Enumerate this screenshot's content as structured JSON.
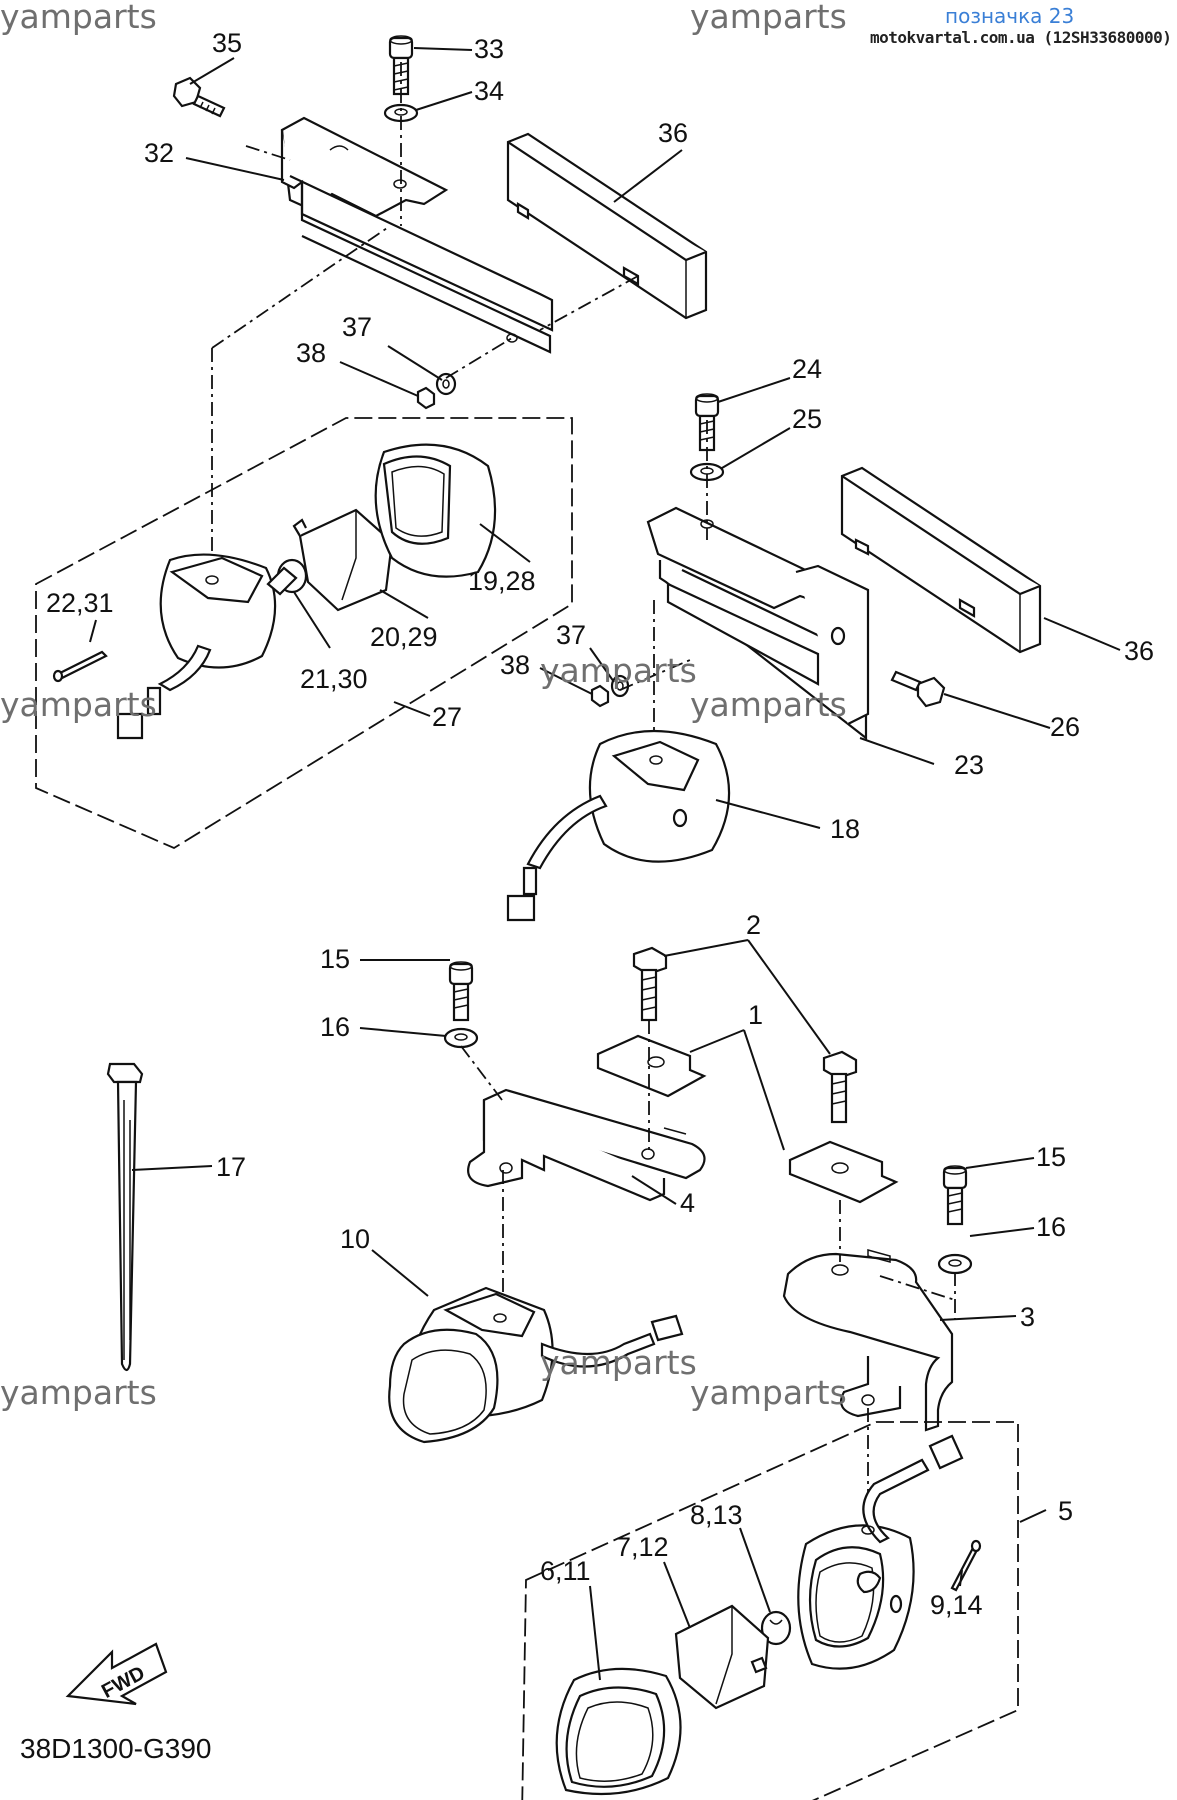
{
  "watermark": "yamparts",
  "reference": {
    "title": "позначка 23",
    "site": "motokvartal.com.ua (12SH33680000)"
  },
  "diagram_code": "38D1300-G390",
  "fwd_label": "FWD",
  "callouts": {
    "c35": "35",
    "c33": "33",
    "c34": "34",
    "c36a": "36",
    "c32": "32",
    "c37a": "37",
    "c38a": "38",
    "c24": "24",
    "c25": "25",
    "c22_31": "22,31",
    "c19_28": "19,28",
    "c20_29": "20,29",
    "c21_30": "21,30",
    "c27": "27",
    "c37b": "37",
    "c38b": "38",
    "c36b": "36",
    "c26": "26",
    "c23": "23",
    "c18": "18",
    "c2": "2",
    "c1": "1",
    "c15a": "15",
    "c16a": "16",
    "c17": "17",
    "c4": "4",
    "c15b": "15",
    "c16b": "16",
    "c10": "10",
    "c3": "3",
    "c5": "5",
    "c8_13": "8,13",
    "c7_12": "7,12",
    "c6_11": "6,11",
    "c9_14": "9,14"
  }
}
